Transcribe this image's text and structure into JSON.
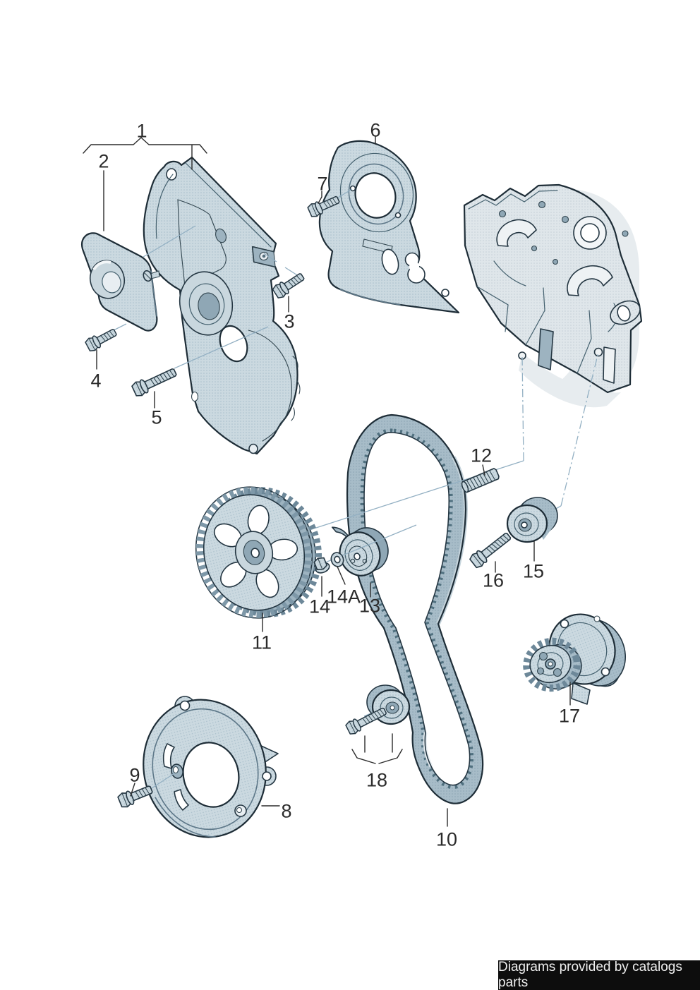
{
  "callouts": [
    {
      "id": "1",
      "text": "1"
    },
    {
      "id": "2",
      "text": "2"
    },
    {
      "id": "3",
      "text": "3"
    },
    {
      "id": "4",
      "text": "4"
    },
    {
      "id": "5",
      "text": "5"
    },
    {
      "id": "6",
      "text": "6"
    },
    {
      "id": "7",
      "text": "7"
    },
    {
      "id": "8",
      "text": "8"
    },
    {
      "id": "9",
      "text": "9"
    },
    {
      "id": "10",
      "text": "10"
    },
    {
      "id": "11",
      "text": "11"
    },
    {
      "id": "12",
      "text": "12"
    },
    {
      "id": "13",
      "text": "13"
    },
    {
      "id": "14",
      "text": "14"
    },
    {
      "id": "14A",
      "text": "14A"
    },
    {
      "id": "15",
      "text": "15"
    },
    {
      "id": "16",
      "text": "16"
    },
    {
      "id": "17",
      "text": "17"
    },
    {
      "id": "18",
      "text": "18"
    }
  ],
  "footer": {
    "text": "Diagrams provided by catalogs parts"
  },
  "colors": {
    "outline": "#243642",
    "leader": "#93b0c3",
    "label": "#2b2b2b",
    "part_fill": "#c9d7de",
    "part_shade": "#9db3c0",
    "block_fill": "#dfe6ea",
    "belt_fill": "#a7bcc8",
    "footer_bg": "#0d0d0d",
    "footer_fg": "#f0f0f0"
  }
}
